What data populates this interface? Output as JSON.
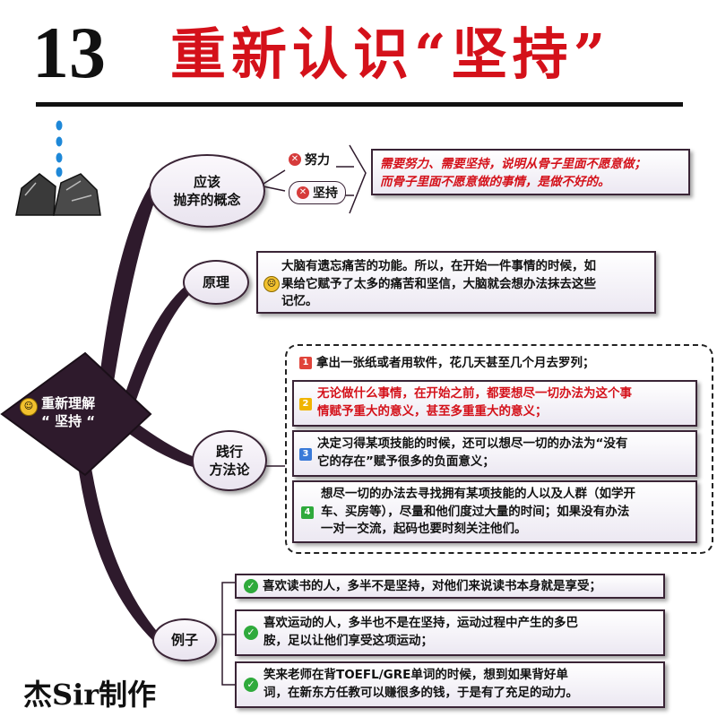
{
  "title": {
    "number": "13",
    "text": "重新认识“坚持”"
  },
  "center": {
    "line1": "重新理解",
    "line2": "“ 坚持 “"
  },
  "branches": {
    "abandon": {
      "label_line1": "应该",
      "label_line2": "抛弃的概念",
      "leaves": [
        "努力",
        "坚持"
      ],
      "note_line1": "需要努力、需要坚持，说明从骨子里面不愿意做；",
      "note_line2": "而骨子里面不愿意做的事情，是做不好的。"
    },
    "principle": {
      "label": "原理",
      "note_line1": "大脑有遗忘痛苦的功能。所以，在开始一件事情的时候，如",
      "note_line2": "果给它赋予了太多的痛苦和坚信，大脑就会想办法抹去这些",
      "note_line3": "记忆。"
    },
    "method": {
      "label_line1": "践行",
      "label_line2": "方法论",
      "steps": [
        {
          "num": "1",
          "color": "#e0443a",
          "line1": "拿出一张纸或者用软件，花几天甚至几个月去罗列；",
          "line2": ""
        },
        {
          "num": "2",
          "color": "#f0b400",
          "line1": "无论做什么事情，在开始之前，都要想尽一切办法为这个事",
          "line2": "情赋予重大的意义，甚至多重重大的意义；"
        },
        {
          "num": "3",
          "color": "#3a7ad8",
          "line1": "决定习得某项技能的时候，还可以想尽一切的办法为“没有",
          "line2": "它的存在”赋予很多的负面意义；"
        },
        {
          "num": "4",
          "color": "#2faa3c",
          "line1": "想尽一切的办法去寻找拥有某项技能的人以及人群（如学开",
          "line2": "车、买房等），尽量和他们度过大量的时间；如果没有办法",
          "line3": "一对一交流，起码也要时刻关注他们。"
        }
      ]
    },
    "examples": {
      "label": "例子",
      "items": [
        {
          "line1": "喜欢读书的人，多半不是坚持，对他们来说读书本身就是享受；",
          "line2": ""
        },
        {
          "line1": "喜欢运动的人，多半也不是在坚持，运动过程中产生的多巴",
          "line2": "胺，足以让他们享受这项运动；"
        },
        {
          "line1": "笑来老师在背TOEFL/GRE单词的时候，想到如果背好单",
          "line2": "词，在新东方任教可以赚很多的钱，于是有了充足的动力。"
        }
      ]
    }
  },
  "signature": "杰Sir制作",
  "colors": {
    "title_red": "#d4111a",
    "branch_dark": "#2e1a2c",
    "check_green": "#2faa3c",
    "x_red": "#d63b3b"
  },
  "icons": [
    "water-drop-icon",
    "rock-icon",
    "x-circle-icon",
    "emoji-face-icon",
    "check-circle-icon",
    "number-badge-icon"
  ]
}
